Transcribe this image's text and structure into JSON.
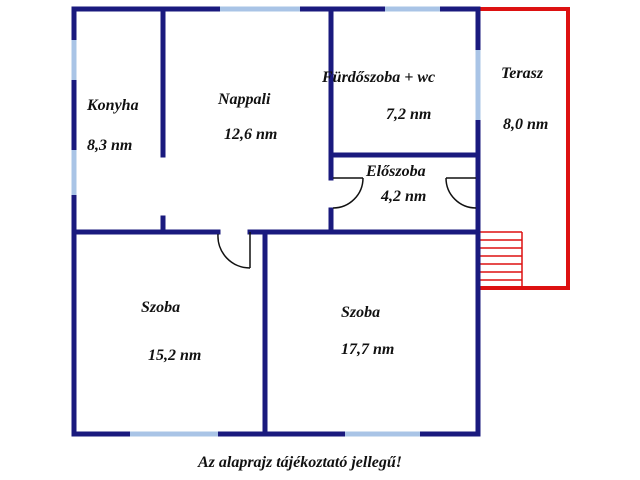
{
  "rooms": {
    "konyha": {
      "name": "Konyha",
      "area": "8,3 nm"
    },
    "nappali": {
      "name": "Nappali",
      "area": "12,6 nm"
    },
    "furdo": {
      "name": "Fürdőszoba + wc",
      "area": "7,2 nm"
    },
    "terasz": {
      "name": "Terasz",
      "area": "8,0 nm"
    },
    "eloszoba": {
      "name": "Előszoba",
      "area": "4,2 nm"
    },
    "szoba1": {
      "name": "Szoba",
      "area": "15,2 nm"
    },
    "szoba2": {
      "name": "Szoba",
      "area": "17,7 nm"
    }
  },
  "caption": "Az alaprajz tájékoztató jellegű!",
  "colors": {
    "wall": "#1a1a7e",
    "window": "#a9c4e6",
    "terrace": "#dd1111",
    "text": "#111111",
    "door": "#111111"
  }
}
